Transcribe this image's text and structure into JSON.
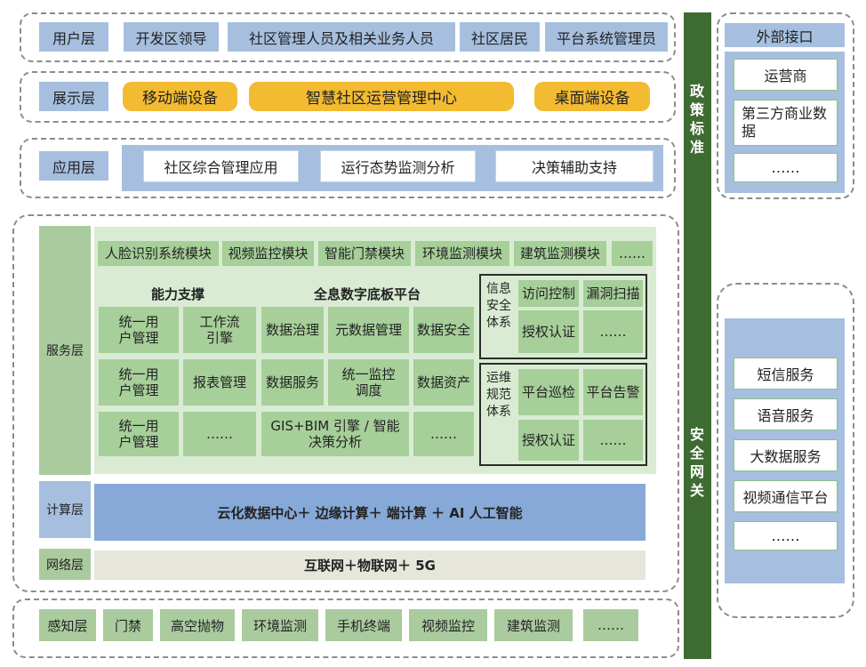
{
  "user_layer": {
    "label": "用户层",
    "items": [
      "开发区领导",
      "社区管理人员及相关业务人员",
      "社区居民",
      "平台系统管理员"
    ]
  },
  "display_layer": {
    "label": "展示层",
    "items": [
      "移动端设备",
      "智慧社区运营管理中心",
      "桌面端设备"
    ]
  },
  "app_layer": {
    "label": "应用层",
    "items": [
      "社区综合管理应用",
      "运行态势监测分析",
      "决策辅助支持"
    ]
  },
  "service_layer": {
    "label": "服务层",
    "modules": [
      "人脸识别系统模块",
      "视频监控模块",
      "智能门禁模块",
      "环境监测模块",
      "建筑监测模块",
      "……"
    ],
    "capability": {
      "title": "能力支撑",
      "items": [
        "统一用户管理",
        "工作流引擎",
        "统一用户管理",
        "报表管理",
        "统一用户管理",
        "……"
      ]
    },
    "platform": {
      "title": "全息数字底板平台",
      "items": [
        "数据治理",
        "元数据管理",
        "数据安全",
        "数据服务",
        "统一监控调度",
        "数据资产",
        "GIS+BIM 引擎 / 智能决策分析",
        "……"
      ]
    },
    "security": {
      "title": "信息安全体系",
      "items": [
        "访问控制",
        "漏洞扫描",
        "授权认证",
        "……"
      ]
    },
    "ops": {
      "title": "运维规范体系",
      "items": [
        "平台巡检",
        "平台告警",
        "授权认证",
        "……"
      ]
    }
  },
  "compute_layer": {
    "label": "计算层",
    "content": "云化数据中心＋ 边缘计算＋ 端计算 ＋ AI 人工智能"
  },
  "network_layer": {
    "label": "网络层",
    "content": "互联网＋物联网＋ 5G"
  },
  "sensing_layer": {
    "label": "感知层",
    "items": [
      "门禁",
      "高空抛物",
      "环境监测",
      "手机终端",
      "视频监控",
      "建筑监测",
      "……"
    ]
  },
  "side_bar": {
    "policy": "政策标准",
    "security": "安全网关"
  },
  "external": {
    "title": "外部接口",
    "items": [
      "运营商",
      "第三方商业数据",
      "……"
    ]
  },
  "services_panel": {
    "items": [
      "短信服务",
      "语音服务",
      "大数据服务",
      "视频通信平台",
      "……"
    ]
  },
  "colors": {
    "blue": "#a6bfdf",
    "gold": "#f3bb32",
    "green": "#a6cf99",
    "light_green": "#d9ecd3",
    "dark_green": "#3e6b32",
    "compute_blue": "#87a9d7",
    "network_beige": "#e6e6db"
  }
}
